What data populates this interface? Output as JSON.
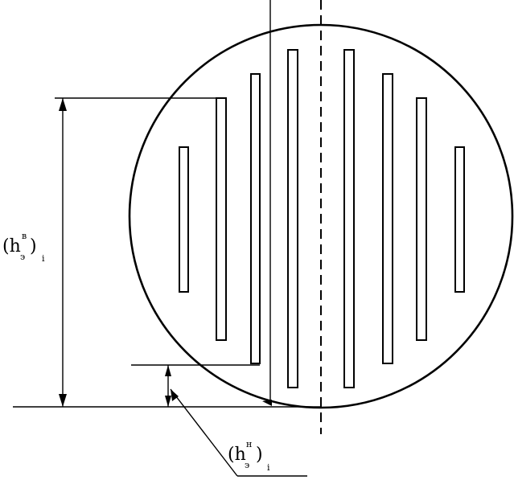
{
  "labels": {
    "upper": {
      "main": "(h",
      "sup": "в",
      "sub": "э",
      "close": ")",
      "index": "i"
    },
    "lower": {
      "main": "(h",
      "sup": "н",
      "sub": "э",
      "close": ")",
      "index": "i"
    }
  },
  "colors": {
    "stroke": "#000000",
    "background": "#ffffff"
  }
}
